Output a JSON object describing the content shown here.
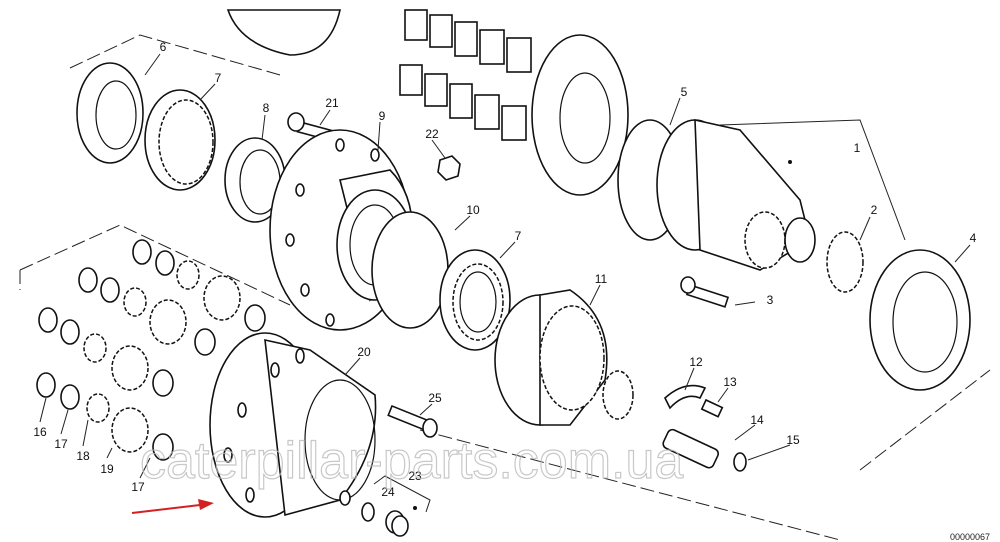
{
  "diagram": {
    "labels": [
      "6",
      "7",
      "8",
      "21",
      "9",
      "22",
      "5",
      "1",
      "2",
      "4",
      "10",
      "7",
      "3",
      "11",
      "20",
      "12",
      "13",
      "25",
      "14",
      "15",
      "16",
      "17",
      "18",
      "19",
      "17",
      "23",
      "24"
    ],
    "watermark": "caterpillar-parts.com.ua",
    "drawing_code": "00000067",
    "arrow_color": "#d42020"
  }
}
